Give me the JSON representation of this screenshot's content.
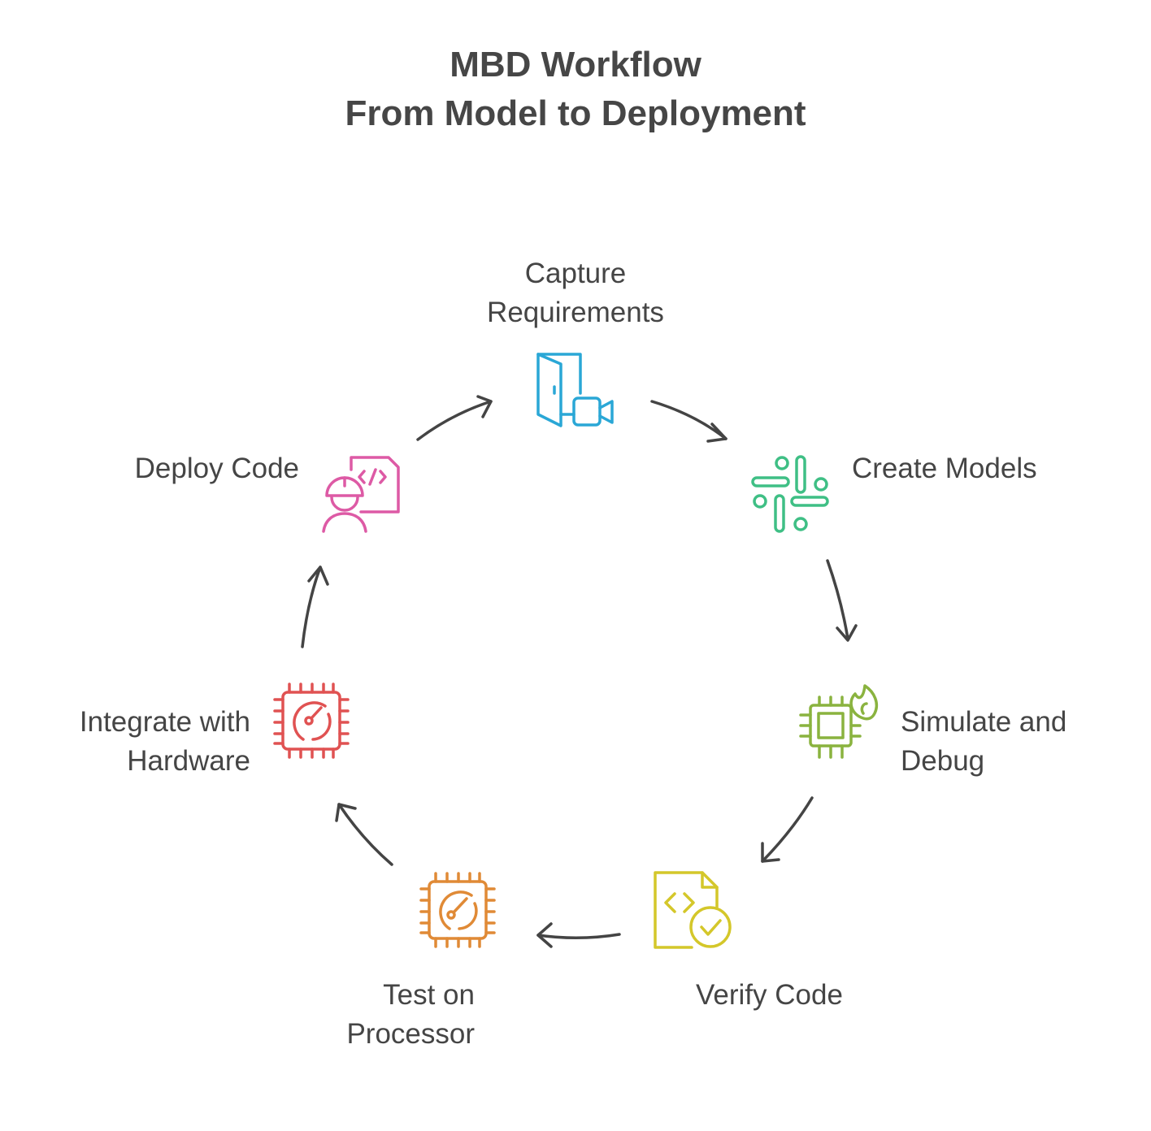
{
  "title": {
    "line1": "MBD Workflow",
    "line2": "From Model to Deployment"
  },
  "steps": [
    {
      "lines": [
        "Capture",
        "Requirements"
      ],
      "icon": "door-video-icon",
      "color": "#2aa7d6"
    },
    {
      "lines": [
        "Create Models"
      ],
      "icon": "slack-grid-icon",
      "color": "#3fbf85"
    },
    {
      "lines": [
        "Simulate and",
        "Debug"
      ],
      "icon": "chip-flame-icon",
      "color": "#8ab33f"
    },
    {
      "lines": [
        "Verify Code"
      ],
      "icon": "code-file-check-icon",
      "color": "#d4c72a"
    },
    {
      "lines": [
        "Test on",
        "Processor"
      ],
      "icon": "chip-gauge-icon",
      "color": "#e08a36"
    },
    {
      "lines": [
        "Integrate with",
        "Hardware"
      ],
      "icon": "chip-gauge-icon",
      "color": "#e05252"
    },
    {
      "lines": [
        "Deploy Code"
      ],
      "icon": "engineer-code-icon",
      "color": "#dd5aa5"
    }
  ],
  "arrow_color": "#444444"
}
